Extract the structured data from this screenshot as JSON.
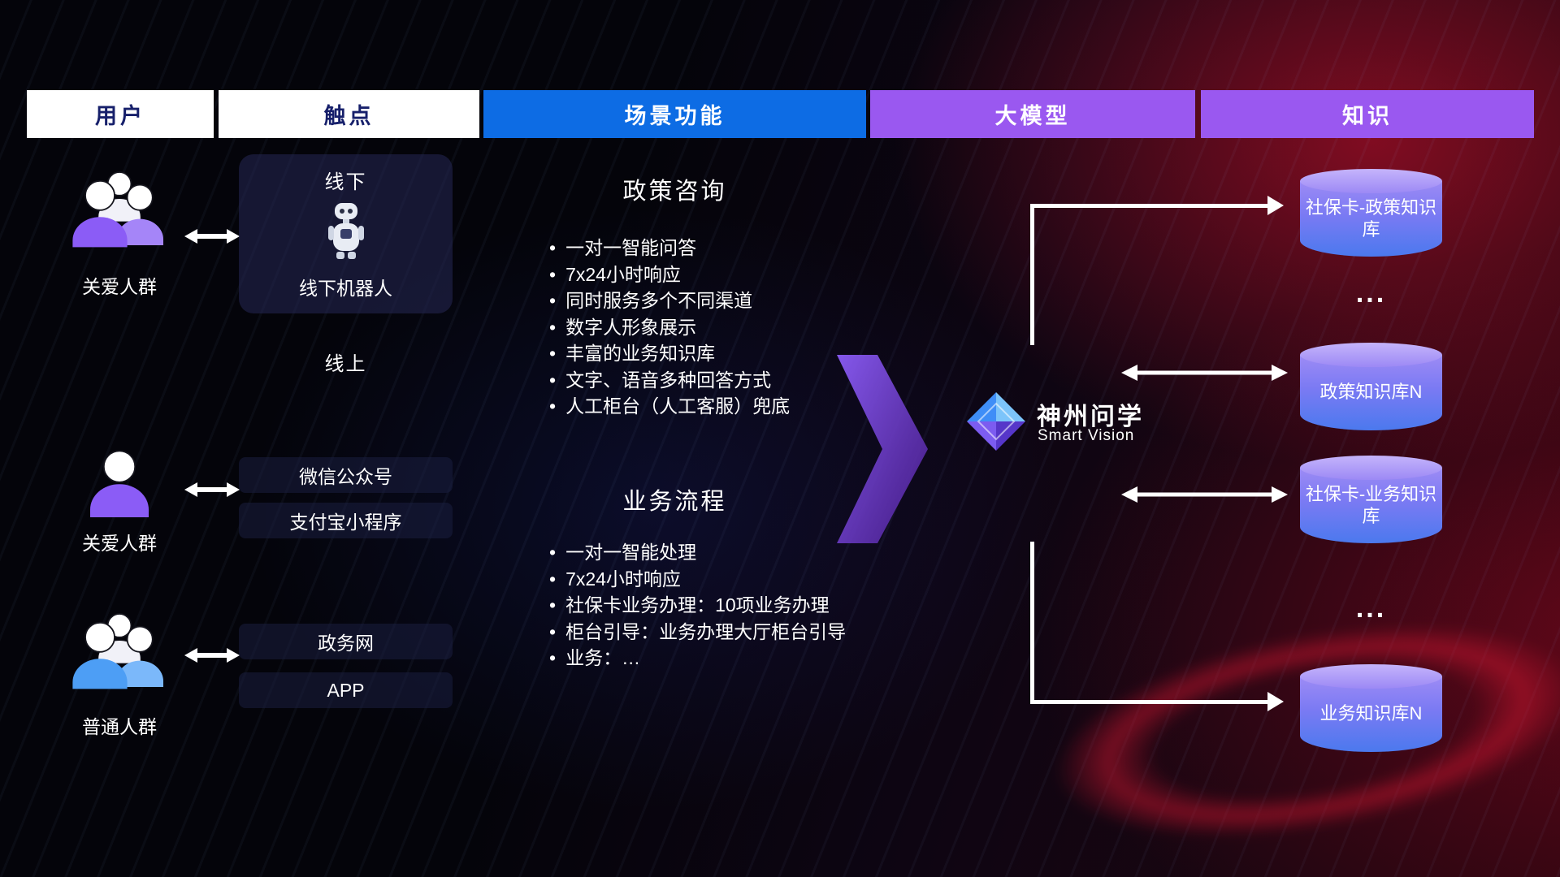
{
  "headers": {
    "user": "用户",
    "touchpoint": "触点",
    "scenario": "场景功能",
    "model": "大模型",
    "knowledge": "知识"
  },
  "users": {
    "group1_label": "关爱人群",
    "single_label": "关爱人群",
    "group2_label": "普通人群"
  },
  "touchpoints": {
    "offline_title": "线下",
    "offline_robot": "线下机器人",
    "online_title": "线上",
    "wechat": "微信公众号",
    "alipay": "支付宝小程序",
    "gov": "政务网",
    "app": "APP"
  },
  "scenario": {
    "policy_title": "政策咨询",
    "policy_items": [
      "一对一智能问答",
      "7x24小时响应",
      "同时服务多个不同渠道",
      "数字人形象展示",
      "丰富的业务知识库",
      "文字、语音多种回答方式",
      "人工柜台（人工客服）兜底"
    ],
    "business_title": "业务流程",
    "business_items": [
      "一对一智能处理",
      "7x24小时响应",
      "社保卡业务办理：10项业务办理",
      "柜台引导：业务办理大厅柜台引导",
      "业务：…"
    ]
  },
  "model": {
    "name": "神州问学",
    "subtitle": "Smart Vision"
  },
  "knowledge": {
    "kb1": "社保卡-政策知识库",
    "ellipsis1": "...",
    "kb2": "政策知识库N",
    "kb3": "社保卡-业务知识库",
    "ellipsis2": "...",
    "kb4": "业务知识库N"
  },
  "colors": {
    "header_blue": "#0d6ce4",
    "header_purple": "#9a58f0",
    "accent_purple": "#8b5cf6",
    "accent_blue": "#4d9ef5"
  }
}
